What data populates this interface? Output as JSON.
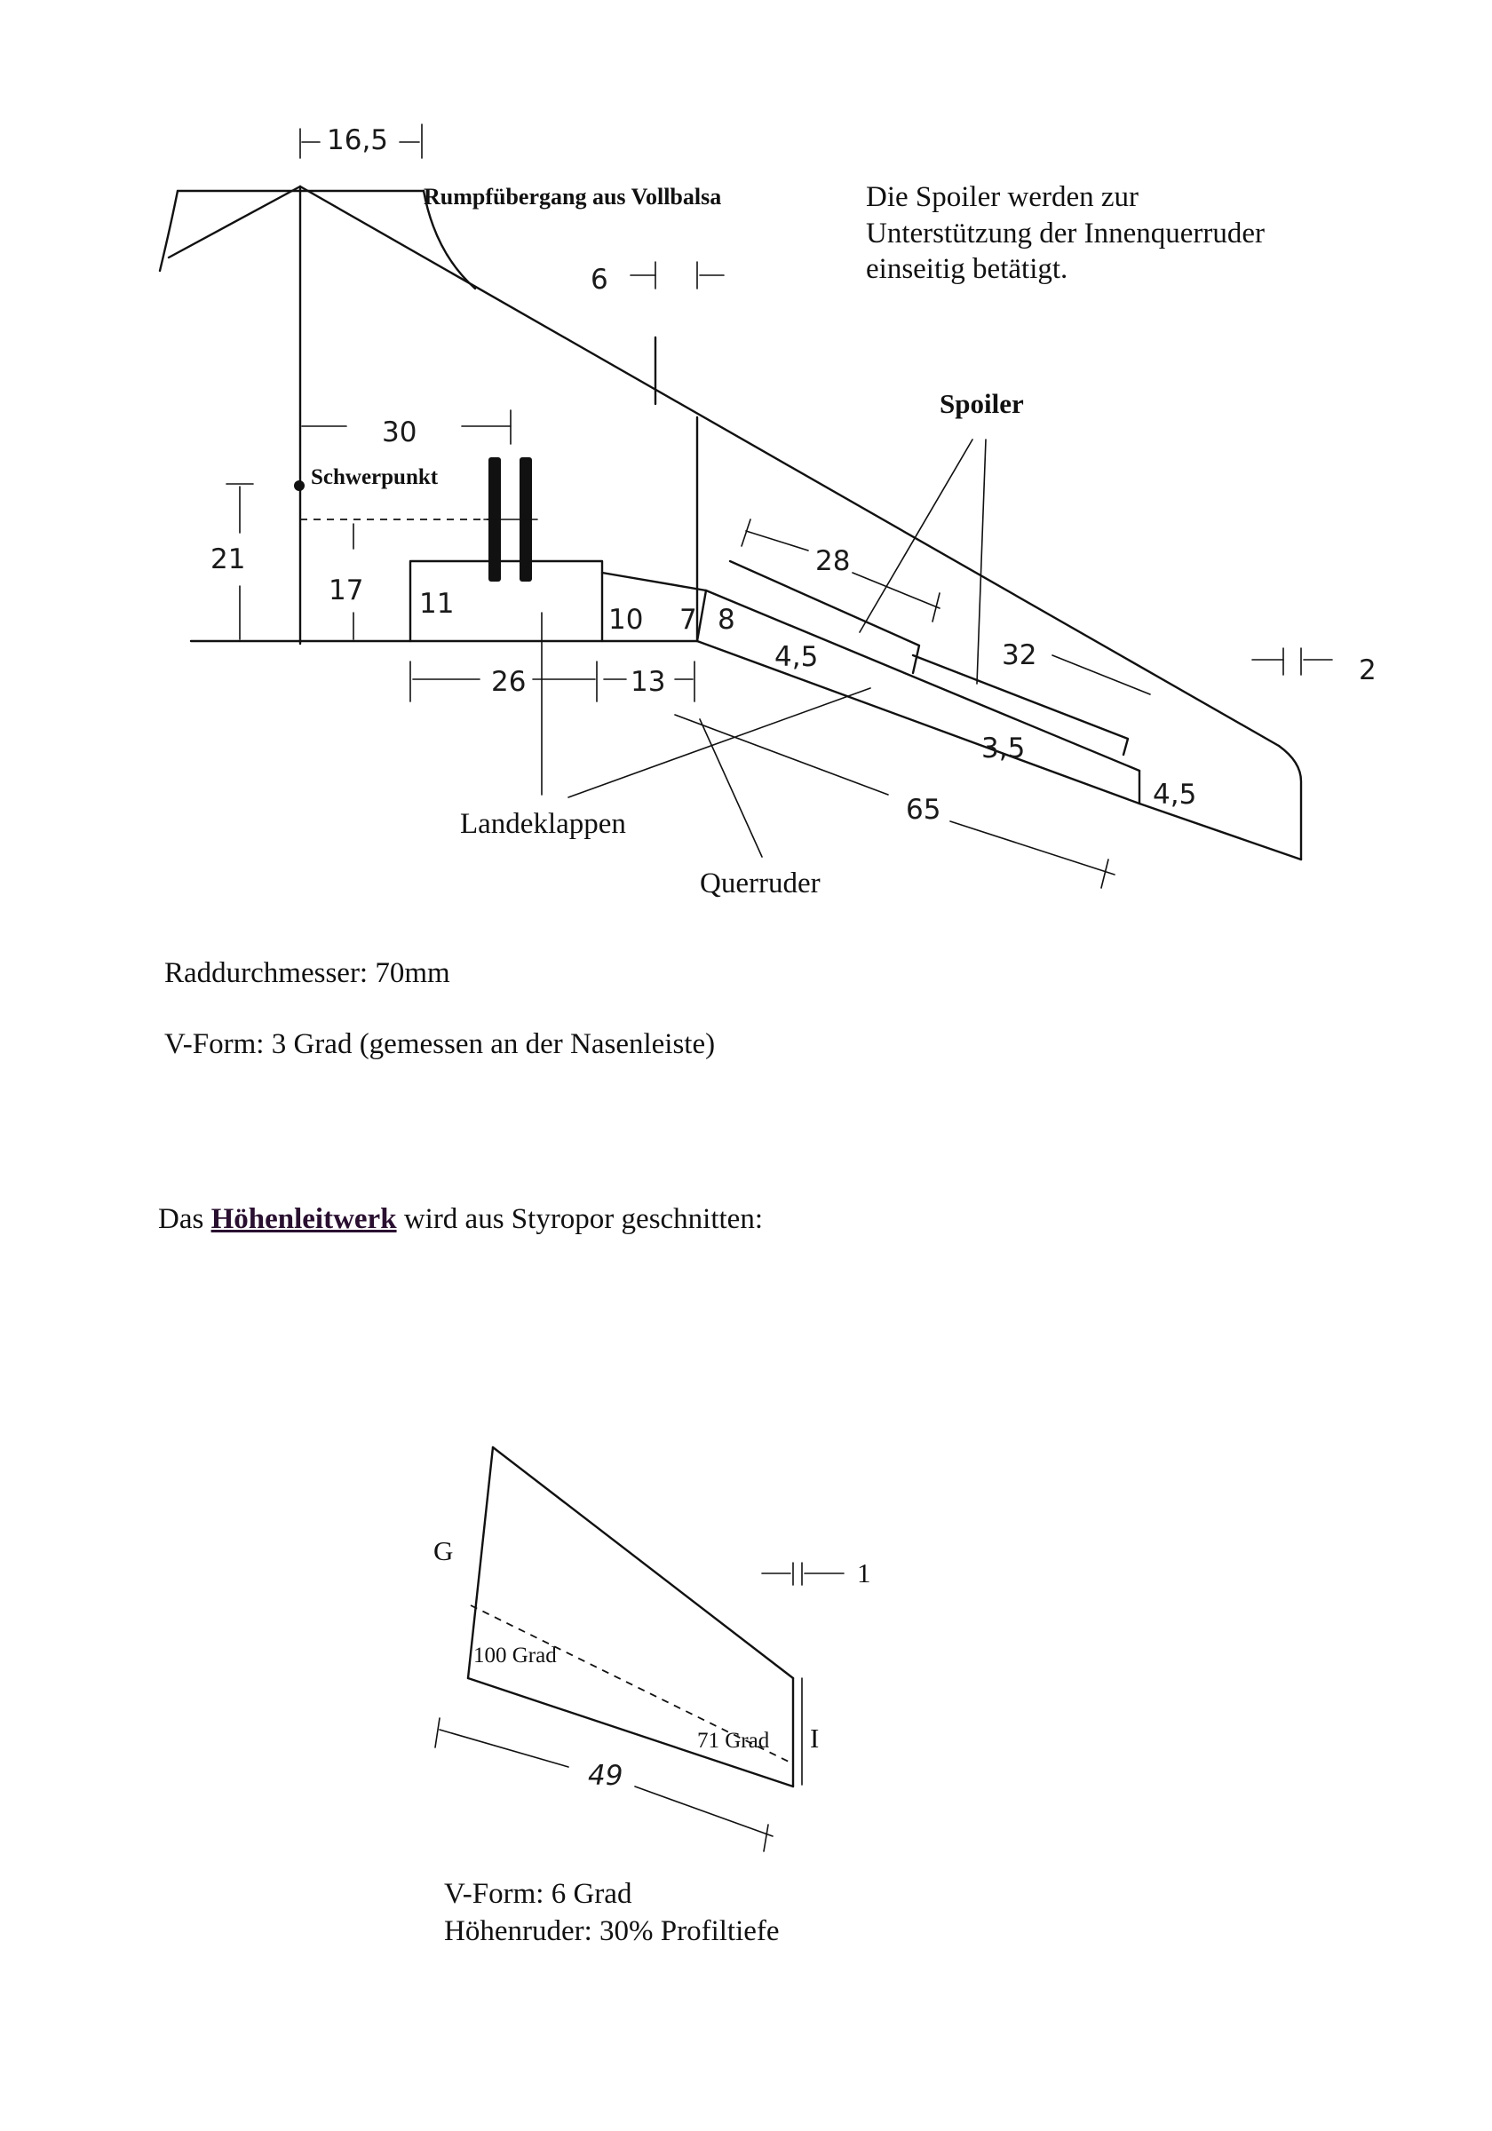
{
  "wing": {
    "fuselage_note": "Rumpfübergang aus Vollbalsa",
    "spoiler_note_lines": [
      "Die Spoiler werden zur",
      "Unterstützung der Innenquerruder",
      "einseitig betätigt."
    ],
    "labels": {
      "spoiler": "Spoiler",
      "cg": "Schwerpunkt",
      "flaps": "Landeklappen",
      "aileron": "Querruder"
    },
    "dimensions": {
      "d16_5": "16,5",
      "d6": "6",
      "d30": "30",
      "d21": "21",
      "d17": "17",
      "d11": "11",
      "d10": "10",
      "d7": "7",
      "d8": "8",
      "d26": "26",
      "d13": "13",
      "d28": "28",
      "d4_5a": "4,5",
      "d32": "32",
      "d3_5": "3,5",
      "d65": "65",
      "d4_5b": "4,5",
      "d2": "2"
    }
  },
  "notes": {
    "wheel": "Raddurchmesser:  70mm",
    "dihedral": "V-Form:  3 Grad  (gemessen an der Nasenleiste)",
    "tail_intro_prefix": "Das ",
    "tail_intro_emph": "Höhenleitwerk",
    "tail_intro_suffix": " wird aus Styropor geschnitten:"
  },
  "tail": {
    "label_g": "G",
    "label_i": "I",
    "angle_root": "100 Grad",
    "angle_tip": "71 Grad",
    "dim_span": "49",
    "dim_tip": "1",
    "dihedral": "V-Form:  6 Grad",
    "elevator": "Höhenruder:  30% Profiltiefe"
  }
}
